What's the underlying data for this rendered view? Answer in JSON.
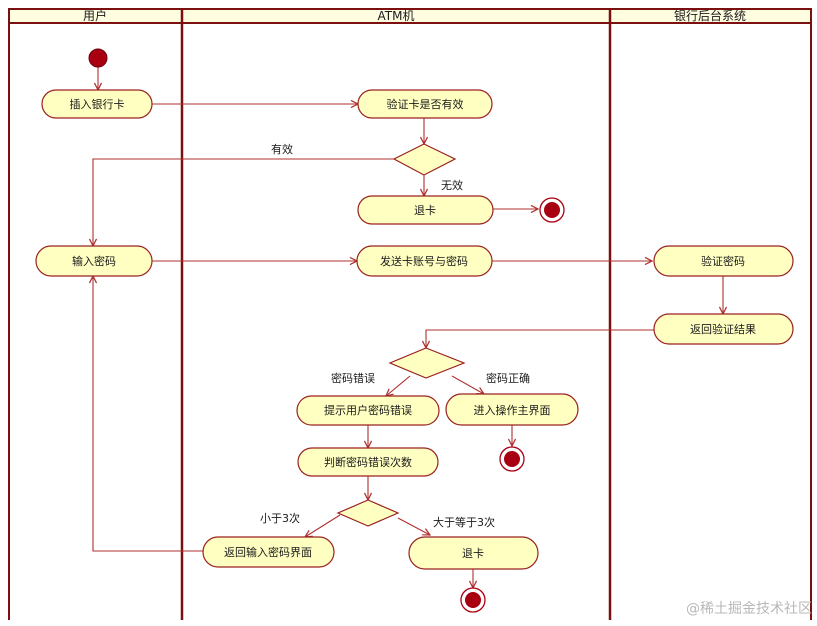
{
  "diagram": {
    "type": "uml-activity-swimlane",
    "colors": {
      "lane_border": "#7a1010",
      "node_fill": "#ffffc2",
      "node_stroke": "#9a2020",
      "flow": "#b03030",
      "final_fill": "#a80010",
      "initial_fill": "#a80010",
      "header_fill": "#fffde0"
    },
    "lanes": [
      {
        "id": "user",
        "title": "用户"
      },
      {
        "id": "atm",
        "title": "ATM机"
      },
      {
        "id": "bank",
        "title": "银行后台系统"
      }
    ],
    "activities": [
      {
        "id": "a1",
        "label": "插入银行卡"
      },
      {
        "id": "a2",
        "label": "验证卡是否有效"
      },
      {
        "id": "a3",
        "label": "退卡"
      },
      {
        "id": "a4",
        "label": "输入密码"
      },
      {
        "id": "a5",
        "label": "发送卡账号与密码"
      },
      {
        "id": "a6",
        "label": "验证密码"
      },
      {
        "id": "a7",
        "label": "返回验证结果"
      },
      {
        "id": "a8",
        "label": "提示用户密码错误"
      },
      {
        "id": "a9",
        "label": "进入操作主界面"
      },
      {
        "id": "a10",
        "label": "判断密码错误次数"
      },
      {
        "id": "a11",
        "label": "返回输入密码界面"
      },
      {
        "id": "a12",
        "label": "退卡"
      }
    ],
    "guards": [
      {
        "id": "g1",
        "label": "有效"
      },
      {
        "id": "g2",
        "label": "无效"
      },
      {
        "id": "g3",
        "label": "密码错误"
      },
      {
        "id": "g4",
        "label": "密码正确"
      },
      {
        "id": "g5",
        "label": "小于3次"
      },
      {
        "id": "g6",
        "label": "大于等于3次"
      }
    ],
    "decisions": [
      "d1",
      "d2",
      "d3"
    ],
    "flows": [
      [
        "initial",
        "a1"
      ],
      [
        "a1",
        "a2"
      ],
      [
        "a2",
        "d1"
      ],
      [
        "d1",
        "a4"
      ],
      [
        "d1",
        "a3"
      ],
      [
        "a3",
        "final1"
      ],
      [
        "a4",
        "a5"
      ],
      [
        "a5",
        "a6"
      ],
      [
        "a6",
        "a7"
      ],
      [
        "a7",
        "d2"
      ],
      [
        "d2",
        "a8"
      ],
      [
        "d2",
        "a9"
      ],
      [
        "a9",
        "final2"
      ],
      [
        "a8",
        "a10"
      ],
      [
        "a10",
        "d3"
      ],
      [
        "d3",
        "a11"
      ],
      [
        "d3",
        "a12"
      ],
      [
        "a12",
        "final3"
      ],
      [
        "a11",
        "a4"
      ]
    ]
  },
  "watermark": "@稀土掘金技术社区"
}
